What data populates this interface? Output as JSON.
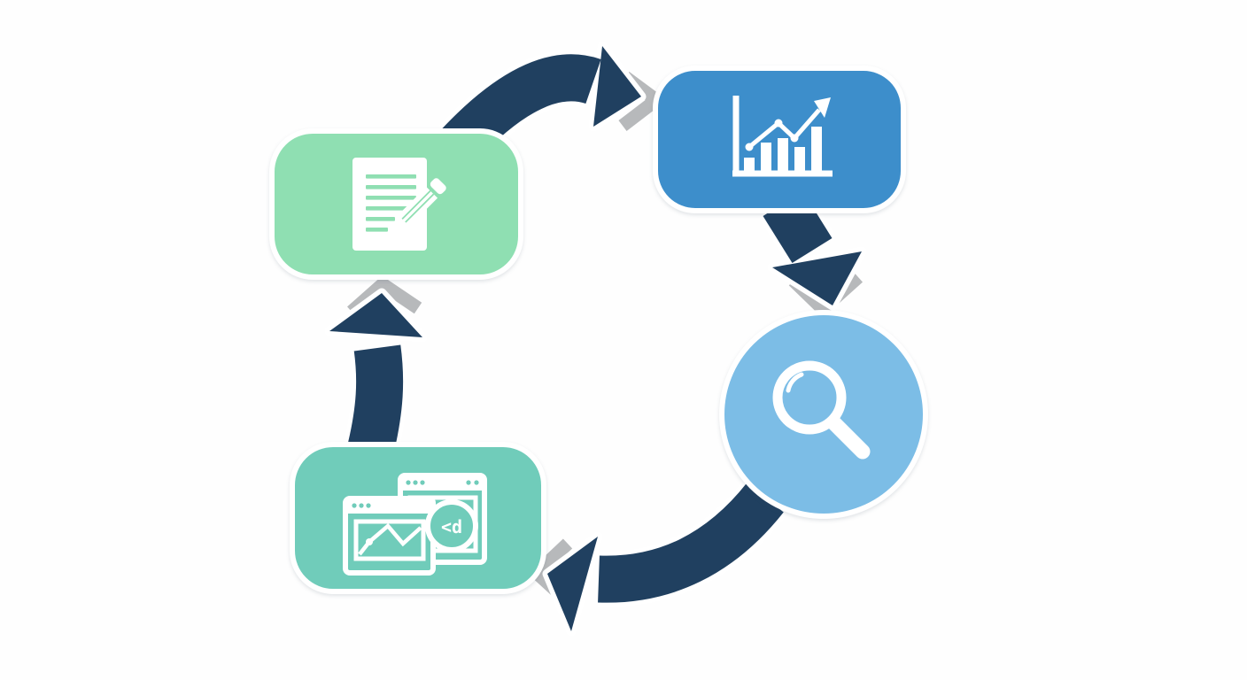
{
  "colors": {
    "background": "#fefefe",
    "node-green": "#8fdfb2",
    "node-blue": "#3d8ecb",
    "node-lightblue": "#7cbde6",
    "node-teal": "#70ccba",
    "arrow-navy": "#204060",
    "chevron-gray": "#b7b9bb",
    "outline-white": "#ffffff",
    "icon-white": "#ffffff"
  },
  "diagram": {
    "type": "process-cycle",
    "direction": "clockwise",
    "node_count": 4,
    "code_badge_text": "<d",
    "nodes": [
      {
        "id": "content-editing",
        "position": "top-left",
        "shape": "rounded-rectangle",
        "color_key": "node-green",
        "icon": "document-pencil-icon"
      },
      {
        "id": "growth-analytics",
        "position": "top-right",
        "shape": "rounded-rectangle",
        "color_key": "node-blue",
        "icon": "bar-chart-trend-icon"
      },
      {
        "id": "research-search",
        "position": "right",
        "shape": "circle",
        "color_key": "node-lightblue",
        "icon": "magnifying-glass-icon"
      },
      {
        "id": "web-reporting",
        "position": "bottom-left",
        "shape": "rounded-rectangle",
        "color_key": "node-teal",
        "icon": "browser-windows-code-icon"
      }
    ],
    "arrows": [
      {
        "from": "content-editing",
        "to": "growth-analytics",
        "style": "curved-swoosh",
        "color_key": "arrow-navy"
      },
      {
        "from": "growth-analytics",
        "to": "research-search",
        "style": "straight",
        "color_key": "arrow-navy"
      },
      {
        "from": "research-search",
        "to": "web-reporting",
        "style": "curved-swoosh",
        "color_key": "arrow-navy"
      },
      {
        "from": "web-reporting",
        "to": "content-editing",
        "style": "straight",
        "color_key": "arrow-navy"
      }
    ],
    "chevron_markers": 4
  }
}
